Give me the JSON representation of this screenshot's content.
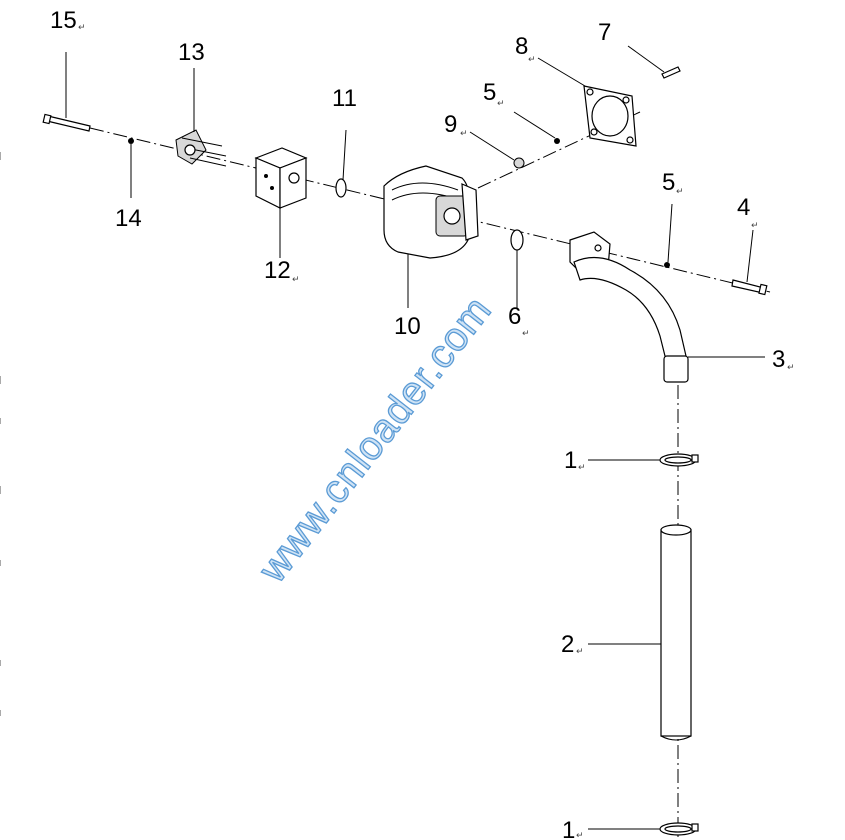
{
  "diagram": {
    "watermark": "www.cnloader.com",
    "paragraph_mark": "↵",
    "callouts": {
      "c15": "15",
      "c13": "13",
      "c14": "14",
      "c12": "12",
      "c11": "11",
      "c10": "10",
      "c9": "9",
      "c8": "8",
      "c7": "7",
      "c5a": "5",
      "c5b": "5",
      "c6": "6",
      "c4": "4",
      "c3": "3",
      "c1a": "1",
      "c2": "2",
      "c1b": "1"
    }
  }
}
